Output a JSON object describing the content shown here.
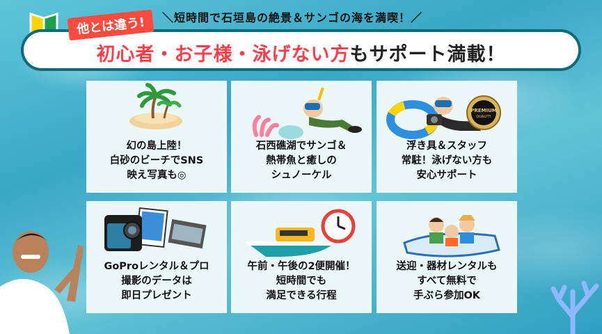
{
  "header": {
    "tag": "他とは違う!",
    "subtitle": "＼短時間で石垣島の絶景＆サンゴの海を満喫！／",
    "banner_red": "初心者・お子様・泳げない方",
    "banner_dark": "もサポート満載！"
  },
  "cards": [
    {
      "caption": "幻の島上陸！\n白砂のビーチでSNS\n映え写真も◎",
      "icon": "island-icon"
    },
    {
      "caption": "石西礁湖でサンゴ＆\n熱帯魚と癒しの\nシュノーケル",
      "icon": "snorkeler-icon"
    },
    {
      "caption": "浮き具＆スタッフ\n常駐！泳げない方も\n安心サポート",
      "icon": "float-ring-diver-icon"
    },
    {
      "caption": "GoProレンタル＆プロ\n撮影のデータは\n即日プレゼント",
      "icon": "action-camera-icon"
    },
    {
      "caption": "午前・午後の2便開催！\n短時間でも\n満足できる行程",
      "icon": "boat-clock-icon"
    },
    {
      "caption": "送迎・器材レンタルも\nすべて無料で\n手ぶら参加OK",
      "icon": "family-boat-icon"
    }
  ],
  "badge": {
    "line1": "PREMIUM",
    "line2": "QUALITY"
  },
  "colors": {
    "accent_red": "#ff3d4b",
    "banner_border": "#0f6b7a",
    "card_bg": "#ebf8f7"
  }
}
